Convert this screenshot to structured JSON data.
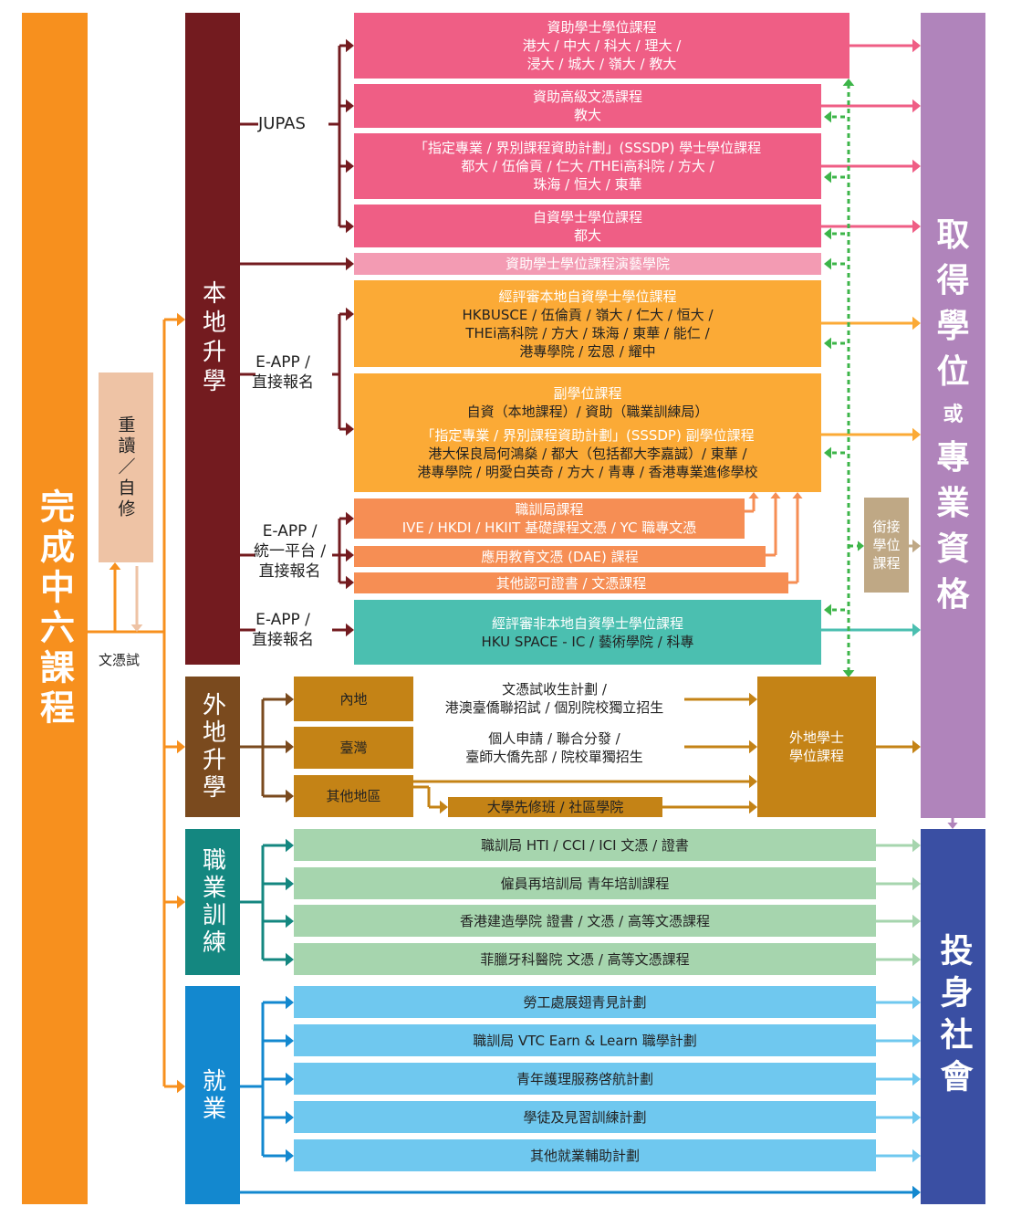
{
  "start": {
    "label": "完成中六課程"
  },
  "repeat": {
    "label": "重讀／自修"
  },
  "exam": {
    "label": "文憑試"
  },
  "categories": {
    "local": "本地升學",
    "mainland": "外地升學",
    "vocational": "職業訓練",
    "employment": "就業"
  },
  "routes": {
    "jupas": "JUPAS",
    "eapp_direct_1": [
      "E-APP /",
      "直接報名"
    ],
    "eapp_unified": [
      "E-APP /",
      "統一平台 /",
      "直接報名"
    ],
    "eapp_direct_2": [
      "E-APP /",
      "直接報名"
    ]
  },
  "local_boxes": {
    "funded_degree": [
      "資助學士學位課程",
      "港大 / 中大 / 科大 / 理大 /",
      "浸大 / 城大 / 嶺大 / 教大"
    ],
    "funded_higher_diploma": [
      "資助高級文憑課程",
      "教大"
    ],
    "sssdp_degree": [
      "「指定專業 / 界別課程資助計劃」(SSSDP) 學士學位課程",
      "都大 / 伍倫貢 / 仁大 /THEi高科院 / 方大 /",
      "珠海 / 恒大 / 東華"
    ],
    "self_financed_degree": [
      "自資學士學位課程",
      "都大"
    ],
    "apa_degree": [
      "資助學士學位課程演藝學院"
    ],
    "accredited_local_degree": [
      "經評審本地自資學士學位課程",
      "HKBUSCE / 伍倫貢 / 嶺大 / 仁大 / 恒大 /",
      "THEi高科院 / 方大 / 珠海 / 東華 / 能仁 /",
      "港專學院 / 宏恩 / 耀中"
    ],
    "sub_degree": [
      "副學位課程",
      "自資（本地課程）/ 資助（職業訓練局）"
    ],
    "sssdp_sub_degree": [
      "「指定專業 / 界別課程資助計劃」(SSSDP) 副學位課程",
      "港大保良局何鴻燊 / 都大（包括都大李嘉誠）/ 東華 /",
      "港專學院 / 明愛白英奇 / 方大 / 青專 / 香港專業進修學校"
    ],
    "vtc_courses": [
      "職訓局課程",
      "IVE / HKDI / HKIIT 基礎課程文憑 / YC 職專文憑"
    ],
    "applied_learning": [
      "應用教育文憑 (DAE) 課程"
    ],
    "other_diplomas": [
      "其他認可證書 / 文憑課程"
    ],
    "accredited_non_local": [
      "經評審非本地自資學士學位課程",
      "HKU SPACE - IC / 藝術學院 / 科專"
    ]
  },
  "articulation": {
    "label": [
      "銜接",
      "學位",
      "課程"
    ]
  },
  "outside": {
    "mainland": "內地",
    "taiwan": "臺灣",
    "other_regions": "其他地區",
    "mainland_routes": [
      "文憑試收生計劃 /",
      "港澳臺僑聯招試 / 個別院校獨立招生"
    ],
    "taiwan_routes": [
      "個人申請 / 聯合分發 /",
      "臺師大僑先部 / 院校單獨招生"
    ],
    "foundation": "大學先修班 / 社區學院",
    "overseas_degree": [
      "外地學士",
      "學位課程"
    ]
  },
  "vocational_items": [
    "職訓局 HTI / CCI / ICI 文憑 / 證書",
    "僱員再培訓局 青年培訓課程",
    "香港建造學院 證書 / 文憑 / 高等文憑課程",
    "菲臘牙科醫院 文憑 / 高等文憑課程"
  ],
  "employment_items": [
    "勞工處展翅青見計劃",
    "職訓局 VTC Earn & Learn 職學計劃",
    "青年護理服務啓航計劃",
    "學徒及見習訓練計劃",
    "其他就業輔助計劃"
  ],
  "outcomes": {
    "degree": [
      "取",
      "得",
      "學",
      "位",
      "或",
      "專",
      "業",
      "資",
      "格"
    ],
    "society": "投身社會"
  },
  "colors": {
    "start": "#F7901E",
    "repeat": "#EEC3A5",
    "local": "#731B1F",
    "mainland": "#7A4A1E",
    "vocational": "#148780",
    "employment": "#1388CF",
    "degree_outcome": "#B084BB",
    "society_outcome": "#3A4FA3",
    "pink": "#EF5E85",
    "pink_light": "#F39BB3",
    "orange_box": "#FBAA36",
    "salmon": "#F68E54",
    "teal_box": "#4BBFB0",
    "brown_box": "#C48316",
    "green_box": "#A6D5AE",
    "blue_box": "#6FC8EF",
    "articulation": "#BFA885",
    "dotted_green": "#3DB549"
  }
}
